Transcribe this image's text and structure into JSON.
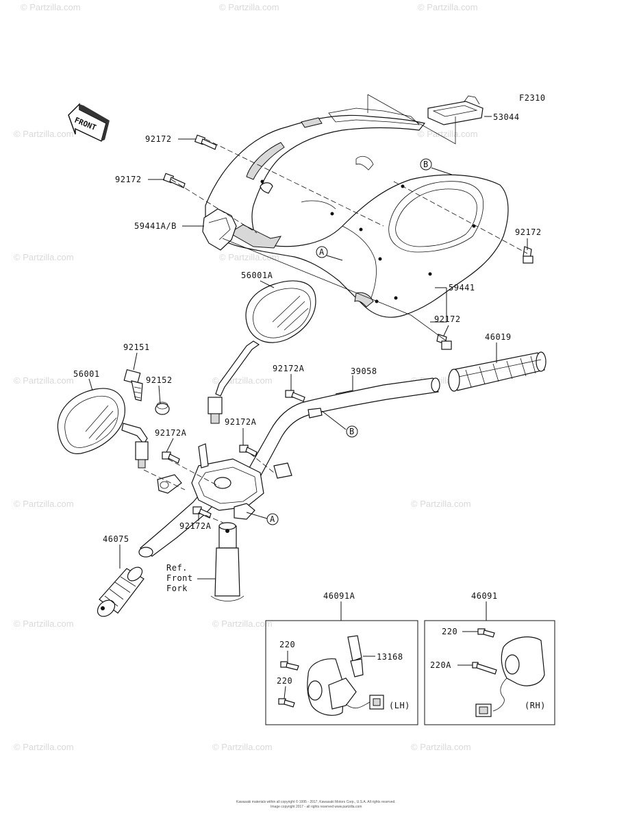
{
  "figure_code": "F2310",
  "front_label": "FRONT",
  "watermark": "© Partzilla.com",
  "copyright_line1": "Kawasaki materials within all copyright © 1995 - 2017, Kawasaki Motors Corp., U.S.A. All rights reserved.",
  "copyright_line2": "Image copyright 2017 - all rights reserved www.partzilla.com",
  "callouts": {
    "c53044": "53044",
    "c92172_a": "92172",
    "c92172_b": "92172",
    "c59441ab": "59441A/B",
    "c92172_c": "92172",
    "c59441": "59441",
    "c92172_d": "92172",
    "c56001a": "56001A",
    "c46019": "46019",
    "c92151": "92151",
    "c92152": "92152",
    "c56001": "56001",
    "c92172a_a": "92172A",
    "c39058": "39058",
    "c92172a_b": "92172A",
    "c92172a_c": "92172A",
    "c92172a_d": "92172A",
    "c46075": "46075",
    "ref_line1": "Ref.",
    "ref_line2": "Front",
    "ref_line3": "Fork",
    "c46091a": "46091A",
    "c46091": "46091",
    "c13168": "13168",
    "c220_a": "220",
    "c220_b": "220",
    "c220_c": "220",
    "c220a": "220A",
    "lh": "(LH)",
    "rh": "(RH)"
  },
  "markers": {
    "a1": "A",
    "a2": "A",
    "b1": "B",
    "b2": "B"
  }
}
